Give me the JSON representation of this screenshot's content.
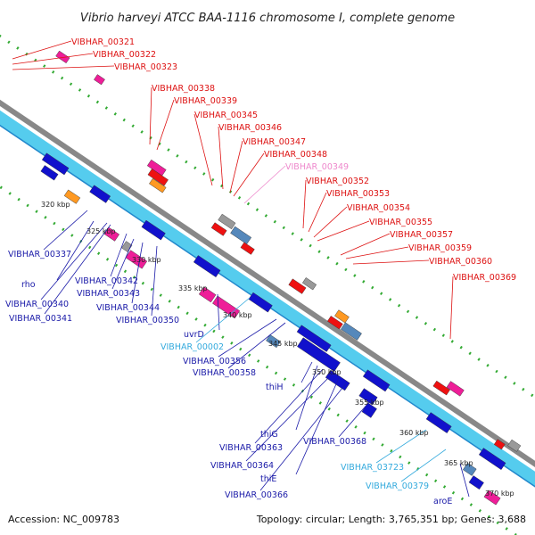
{
  "title": "Vibrio harveyi ATCC BAA-1116 chromosome I, complete genome",
  "footer": {
    "accession": "Accession: NC_009783",
    "topology": "Topology: circular; Length: 3,765,351 bp; Genes: 3,688"
  },
  "colors": {
    "label_red": "#dd1111",
    "label_blue": "#1a1aa8",
    "label_pink": "#ee88cc",
    "label_cyan": "#33aadd",
    "backbone": "#888888",
    "track": "#55ccee",
    "track_dark": "#2288cc",
    "gene_blue": "#1111cc",
    "gene_magenta": "#ee1e98",
    "gene_red": "#ee1111",
    "gene_orange": "#ff9922",
    "gene_gray": "#999999",
    "gene_steel": "#5588bb",
    "tick_green": "#33aa33"
  },
  "scale_labels": [
    "320 kbp",
    "325 kbp",
    "330 kbp",
    "335 kbp",
    "340 kbp",
    "345 kbp",
    "350 kbp",
    "355 kbp",
    "360 kbp",
    "365 kbp",
    "370 kbp"
  ],
  "labels_top": [
    {
      "text": "VIBHAR_00321",
      "color": "red"
    },
    {
      "text": "VIBHAR_00322",
      "color": "red"
    },
    {
      "text": "VIBHAR_00323",
      "color": "red"
    },
    {
      "text": "VIBHAR_00338",
      "color": "red"
    },
    {
      "text": "VIBHAR_00339",
      "color": "red"
    },
    {
      "text": "VIBHAR_00345",
      "color": "red"
    },
    {
      "text": "VIBHAR_00346",
      "color": "red"
    },
    {
      "text": "VIBHAR_00347",
      "color": "red"
    },
    {
      "text": "VIBHAR_00348",
      "color": "red"
    },
    {
      "text": "VIBHAR_00349",
      "color": "pink"
    },
    {
      "text": "VIBHAR_00352",
      "color": "red"
    },
    {
      "text": "VIBHAR_00353",
      "color": "red"
    },
    {
      "text": "VIBHAR_00354",
      "color": "red"
    },
    {
      "text": "VIBHAR_00355",
      "color": "red"
    },
    {
      "text": "VIBHAR_00357",
      "color": "red"
    },
    {
      "text": "VIBHAR_00359",
      "color": "red"
    },
    {
      "text": "VIBHAR_00360",
      "color": "red"
    },
    {
      "text": "VIBHAR_00369",
      "color": "red"
    }
  ],
  "labels_bottom": [
    {
      "text": "VIBHAR_00337",
      "color": "blue"
    },
    {
      "text": "rho",
      "color": "blue"
    },
    {
      "text": "VIBHAR_00342",
      "color": "blue"
    },
    {
      "text": "VIBHAR_00343",
      "color": "blue"
    },
    {
      "text": "VIBHAR_00340",
      "color": "blue"
    },
    {
      "text": "VIBHAR_00341",
      "color": "blue"
    },
    {
      "text": "VIBHAR_00344",
      "color": "blue"
    },
    {
      "text": "VIBHAR_00350",
      "color": "blue"
    },
    {
      "text": "uvrD",
      "color": "blue"
    },
    {
      "text": "VIBHAR_00002",
      "color": "cyan"
    },
    {
      "text": "VIBHAR_00356",
      "color": "blue"
    },
    {
      "text": "VIBHAR_00358",
      "color": "blue"
    },
    {
      "text": "thiH",
      "color": "blue"
    },
    {
      "text": "thiG",
      "color": "blue"
    },
    {
      "text": "VIBHAR_00363",
      "color": "blue"
    },
    {
      "text": "VIBHAR_00368",
      "color": "blue"
    },
    {
      "text": "VIBHAR_00364",
      "color": "blue"
    },
    {
      "text": "thiE",
      "color": "blue"
    },
    {
      "text": "VIBHAR_00366",
      "color": "blue"
    },
    {
      "text": "VIBHAR_03723",
      "color": "cyan"
    },
    {
      "text": "VIBHAR_00379",
      "color": "cyan"
    },
    {
      "text": "aroE",
      "color": "blue"
    }
  ]
}
